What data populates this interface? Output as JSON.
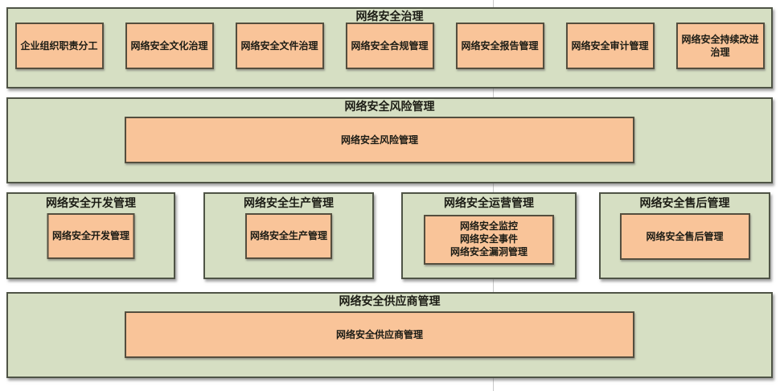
{
  "colors": {
    "section_fill": "#d6dfc3",
    "section_border": "#4f5446",
    "box_fill": "#f9c499",
    "box_border": "#544e3e",
    "text": "#1c1c15",
    "grid_line": "#c9c9c9"
  },
  "governance": {
    "title": "网络安全治理",
    "items": [
      "企业组织职责分工",
      "网络安全文化治理",
      "网络安全文件治理",
      "网络安全合规管理",
      "网络安全报告管理",
      "网络安全审计管理",
      "网络安全持续改进治理"
    ]
  },
  "risk": {
    "title": "网络安全风险管理",
    "item": "网络安全风险管理"
  },
  "middle_sections": [
    {
      "title": "网络安全开发管理",
      "items": [
        "网络安全开发管理"
      ]
    },
    {
      "title": "网络安全生产管理",
      "items": [
        "网络安全生产管理"
      ]
    },
    {
      "title": "网络安全运营管理",
      "items": [
        "网络安全监控",
        "网络安全事件",
        "网络安全漏洞管理"
      ]
    },
    {
      "title": "网络安全售后管理",
      "items": [
        "网络安全售后管理"
      ]
    }
  ],
  "supplier": {
    "title": "网络安全供应商管理",
    "item": "网络安全供应商管理"
  }
}
